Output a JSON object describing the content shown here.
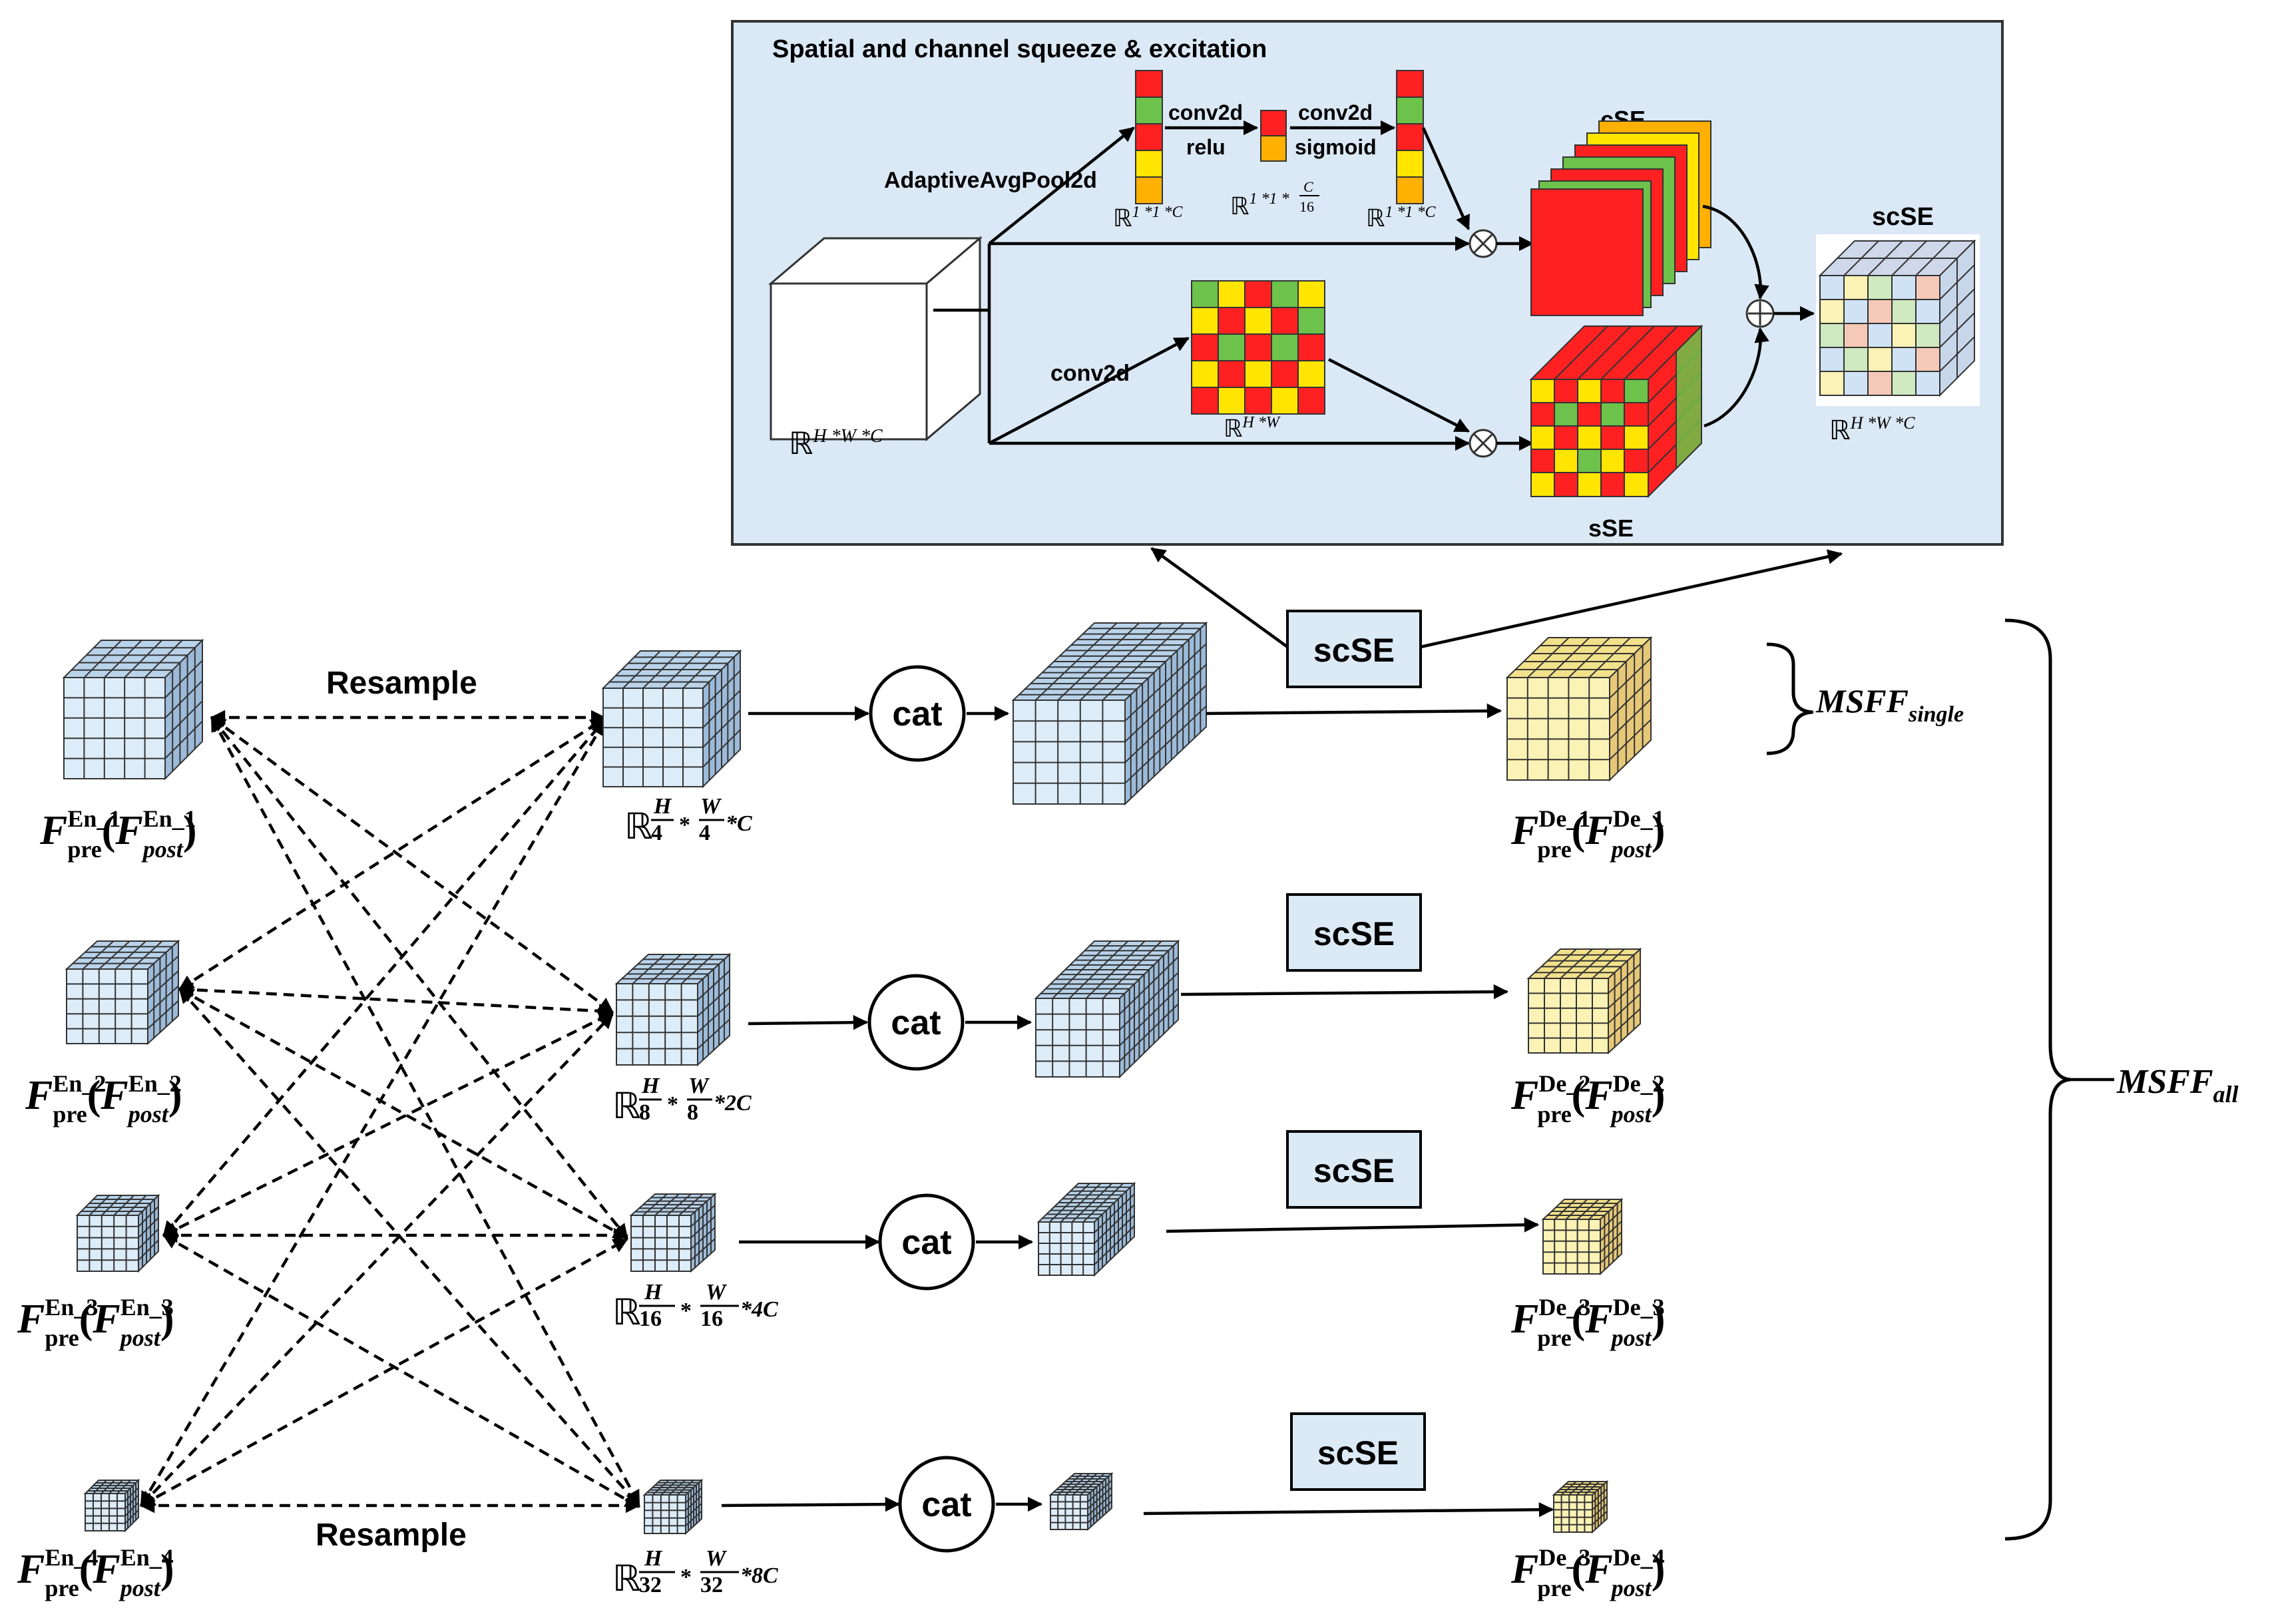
{
  "scse_panel": {
    "title": "Spatial and channel squeeze & excitation",
    "pool_label": "AdaptiveAvgPool2d",
    "conv1_label": "conv2d",
    "relu_label": "relu",
    "conv2_label": "conv2d",
    "sigmoid_label": "sigmoid",
    "spatial_conv_label": "conv2d",
    "cse_label": "cSE",
    "sse_label": "sSE",
    "scse_label": "scSE",
    "dims": {
      "input": {
        "base": "ℝ",
        "exp": "H *W *C"
      },
      "vec1": {
        "base": "ℝ",
        "exp": "1 *1 *C"
      },
      "vec_mid": {
        "base": "ℝ",
        "exp": "1 *1 *",
        "num": "C",
        "den": "16"
      },
      "vec2": {
        "base": "ℝ",
        "exp": "1 *1 *C"
      },
      "spatial": {
        "base": "ℝ",
        "exp": "H *W"
      },
      "output": {
        "base": "ℝ",
        "exp": "H *W *C"
      }
    }
  },
  "resample_top": "Resample",
  "resample_bottom": "Resample",
  "cat_label": "cat",
  "scse_box_label": "scSE",
  "msff_single": {
    "base": "MSFF",
    "sub": "single"
  },
  "msff_all": {
    "base": "MSFF",
    "sub": "all"
  },
  "encoders": [
    {
      "sup": "En_1",
      "sub": "pre",
      "psup": "En_1",
      "psub": "post"
    },
    {
      "sup": "En_2",
      "sub": "pre",
      "psup": "En_2",
      "psub": "post"
    },
    {
      "sup": "En_3",
      "sub": "pre",
      "psup": "En_3",
      "psub": "post"
    },
    {
      "sup": "En_4",
      "sub": "pre",
      "psup": "En_4",
      "psub": "post"
    }
  ],
  "mid_dims": [
    {
      "num1": "H",
      "den1": "4",
      "num2": "W",
      "den2": "4",
      "tail": "*C"
    },
    {
      "num1": "H",
      "den1": "8",
      "num2": "W",
      "den2": "8",
      "tail": "*2C"
    },
    {
      "num1": "H",
      "den1": "16",
      "num2": "W",
      "den2": "16",
      "tail": "*4C"
    },
    {
      "num1": "H",
      "den1": "32",
      "num2": "W",
      "den2": "32",
      "tail": "*8C"
    }
  ],
  "decoders": [
    {
      "sup": "De_1",
      "sub": "pre",
      "psup": "De_1",
      "psub": "post"
    },
    {
      "sup": "De_2",
      "sub": "pre",
      "psup": "De_2",
      "psub": "post"
    },
    {
      "sup": "De_3",
      "sub": "pre",
      "psup": "De_3",
      "psub": "post"
    },
    {
      "sup": "De_3",
      "sub": "pre",
      "psup": "De_4",
      "psub": "post"
    }
  ],
  "colors": {
    "panel_bg": "#dbe9f6",
    "blue_front": "#dcecf9",
    "blue_top": "#b9d3ea",
    "blue_side": "#9dbbd9",
    "yellow_front": "#fbf2b5",
    "yellow_top": "#f2e08a",
    "yellow_side": "#e6c878",
    "red": "#ff2121",
    "green": "#6cc24a",
    "yellow": "#ffe500",
    "orange": "#ffb000",
    "box_bg": "#dceaf6"
  }
}
